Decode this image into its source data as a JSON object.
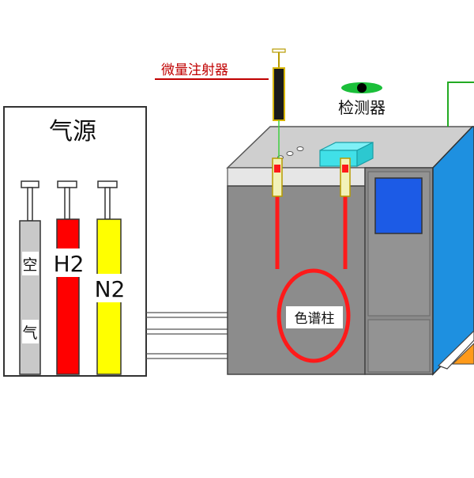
{
  "labels": {
    "gas_source": "气源",
    "microsyringe": "微量注射器",
    "detector": "检测器",
    "column": "色谱柱"
  },
  "cylinders": [
    {
      "id": "air",
      "chars": [
        "空",
        "气"
      ],
      "fill": "#c9c9c9"
    },
    {
      "id": "h2",
      "text": "H2",
      "fill": "#ff0000"
    },
    {
      "id": "n2",
      "text": "N2",
      "fill": "#ffff00"
    }
  ],
  "colors": {
    "chassis_front": "#8c8c8c",
    "chassis_top": "#cfcfcf",
    "side_panel": "#1e90e0",
    "screen": "#1c5be6",
    "column": "#ff1a1a",
    "detector_box": "#40e0e8",
    "label_red": "#c00000"
  }
}
